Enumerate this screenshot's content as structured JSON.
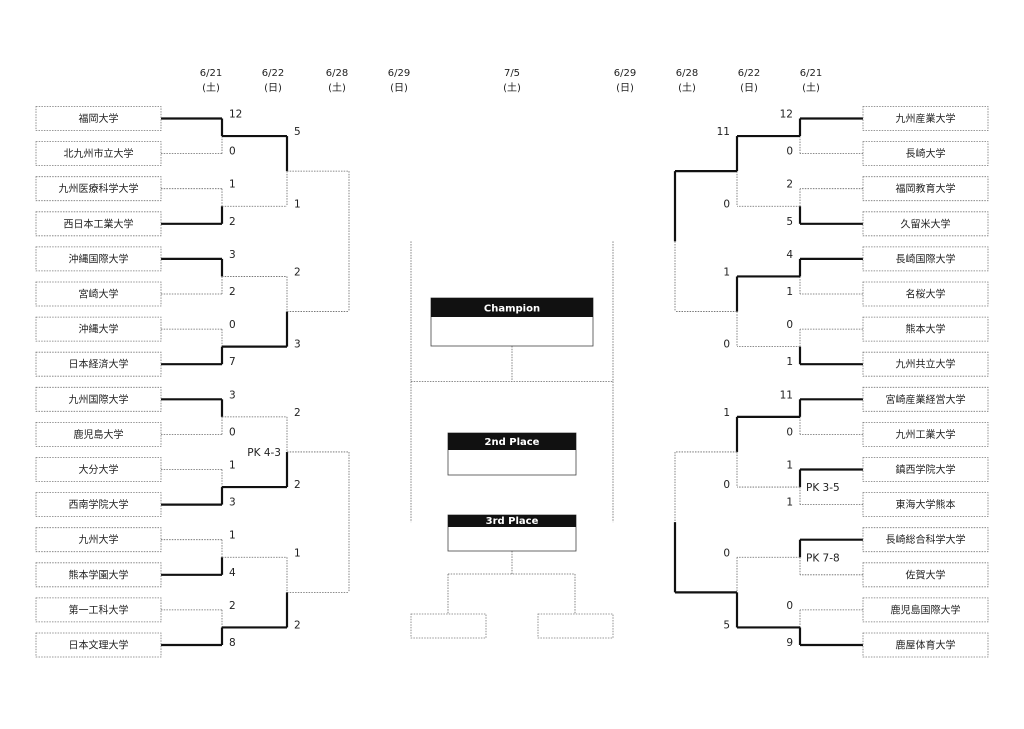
{
  "dates_left": [
    {
      "date": "6/21",
      "day": "(土)"
    },
    {
      "date": "6/22",
      "day": "(日)"
    },
    {
      "date": "6/28",
      "day": "(土)"
    },
    {
      "date": "6/29",
      "day": "(日)"
    }
  ],
  "date_center": {
    "date": "7/5",
    "day": "(土)"
  },
  "dates_right": [
    {
      "date": "6/29",
      "day": "(日)"
    },
    {
      "date": "6/28",
      "day": "(土)"
    },
    {
      "date": "6/22",
      "day": "(日)"
    },
    {
      "date": "6/21",
      "day": "(土)"
    }
  ],
  "left": {
    "teams": [
      "福岡大学",
      "北九州市立大学",
      "九州医療科学大学",
      "西日本工業大学",
      "沖縄国際大学",
      "宮崎大学",
      "沖縄大学",
      "日本経済大学",
      "九州国際大学",
      "鹿児島大学",
      "大分大学",
      "西南学院大学",
      "九州大学",
      "熊本学園大学",
      "第一工科大学",
      "日本文理大学"
    ],
    "r1": [
      {
        "a": "12",
        "b": "0",
        "w": 0
      },
      {
        "a": "1",
        "b": "2",
        "w": 1
      },
      {
        "a": "3",
        "b": "2",
        "w": 0
      },
      {
        "a": "0",
        "b": "7",
        "w": 1
      },
      {
        "a": "3",
        "b": "0",
        "w": 0
      },
      {
        "a": "1",
        "b": "3",
        "w": 1
      },
      {
        "a": "1",
        "b": "4",
        "w": 1
      },
      {
        "a": "2",
        "b": "8",
        "w": 1
      }
    ],
    "r2": [
      {
        "a": "5",
        "b": "1",
        "w": 0
      },
      {
        "a": "2",
        "b": "3",
        "w": 1
      },
      {
        "a": "2",
        "b": "2",
        "w": 1,
        "note": "PK 4-3"
      },
      {
        "a": "1",
        "b": "2",
        "w": 1
      }
    ],
    "r3": [
      {
        "a": "",
        "b": "",
        "w": null
      },
      {
        "a": "",
        "b": "",
        "w": null
      }
    ]
  },
  "right": {
    "teams": [
      "九州産業大学",
      "長崎大学",
      "福岡教育大学",
      "久留米大学",
      "長崎国際大学",
      "名桜大学",
      "熊本大学",
      "九州共立大学",
      "宮崎産業経営大学",
      "九州工業大学",
      "鎮西学院大学",
      "東海大学熊本",
      "長崎総合科学大学",
      "佐賀大学",
      "鹿児島国際大学",
      "鹿屋体育大学"
    ],
    "r1": [
      {
        "a": "12",
        "b": "0",
        "w": 0
      },
      {
        "a": "2",
        "b": "5",
        "w": 1
      },
      {
        "a": "4",
        "b": "1",
        "w": 0
      },
      {
        "a": "0",
        "b": "1",
        "w": 1
      },
      {
        "a": "11",
        "b": "0",
        "w": 0
      },
      {
        "a": "1",
        "b": "1",
        "w": 0,
        "note": "PK 3-5"
      },
      {
        "a": "",
        "b": "",
        "w": 0,
        "note": "PK 7-8"
      },
      {
        "a": "0",
        "b": "9",
        "w": 1
      }
    ],
    "r2": [
      {
        "a": "11",
        "b": "0",
        "w": 0
      },
      {
        "a": "1",
        "b": "0",
        "w": 0
      },
      {
        "a": "1",
        "b": "0",
        "w": 0
      },
      {
        "a": "0",
        "b": "5",
        "w": 1
      }
    ],
    "r3": [
      {
        "a": "",
        "b": "",
        "w": 0
      },
      {
        "a": "",
        "b": "",
        "w": 1
      }
    ]
  },
  "placements": {
    "champion": "Champion",
    "second": "2nd Place",
    "third": "3rd Place"
  }
}
